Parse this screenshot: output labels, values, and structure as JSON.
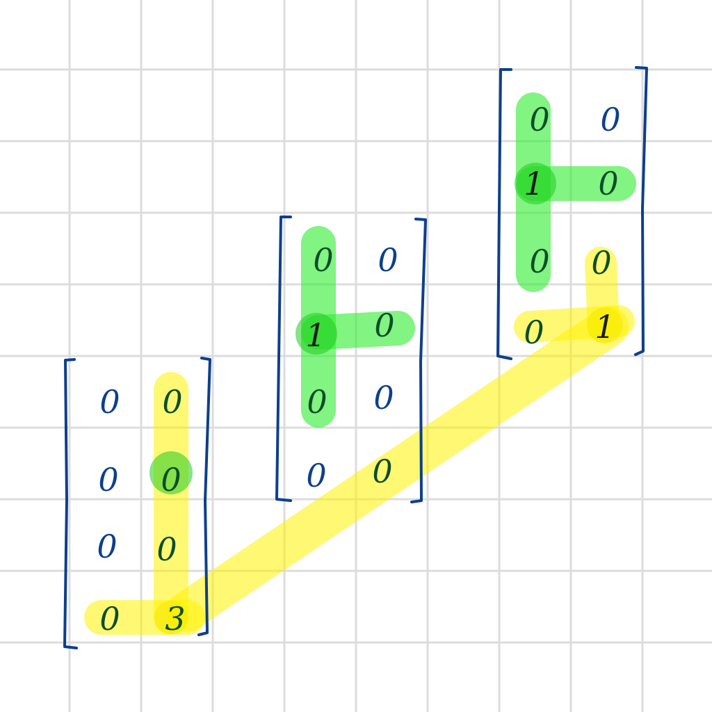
{
  "colors": {
    "grid": "#dcdcdc",
    "ink_blue": "#0d3f8f",
    "ink_dark_green": "#0c4d2a",
    "ink_black": "#1a1a1a",
    "highlight_yellow": "#fff200",
    "highlight_green": "#33ee33"
  },
  "matrices": [
    {
      "id": "left",
      "rows": [
        [
          "0",
          "0"
        ],
        [
          "0",
          "0"
        ],
        [
          "0",
          "0"
        ],
        [
          "0",
          "3"
        ]
      ]
    },
    {
      "id": "middle",
      "rows": [
        [
          "0",
          "0"
        ],
        [
          "1",
          "0"
        ],
        [
          "0",
          "0"
        ],
        [
          "0",
          "0"
        ]
      ]
    },
    {
      "id": "right",
      "rows": [
        [
          "0",
          "0"
        ],
        [
          "1",
          "0"
        ],
        [
          "0",
          "0"
        ],
        [
          "0",
          "1"
        ]
      ]
    }
  ]
}
